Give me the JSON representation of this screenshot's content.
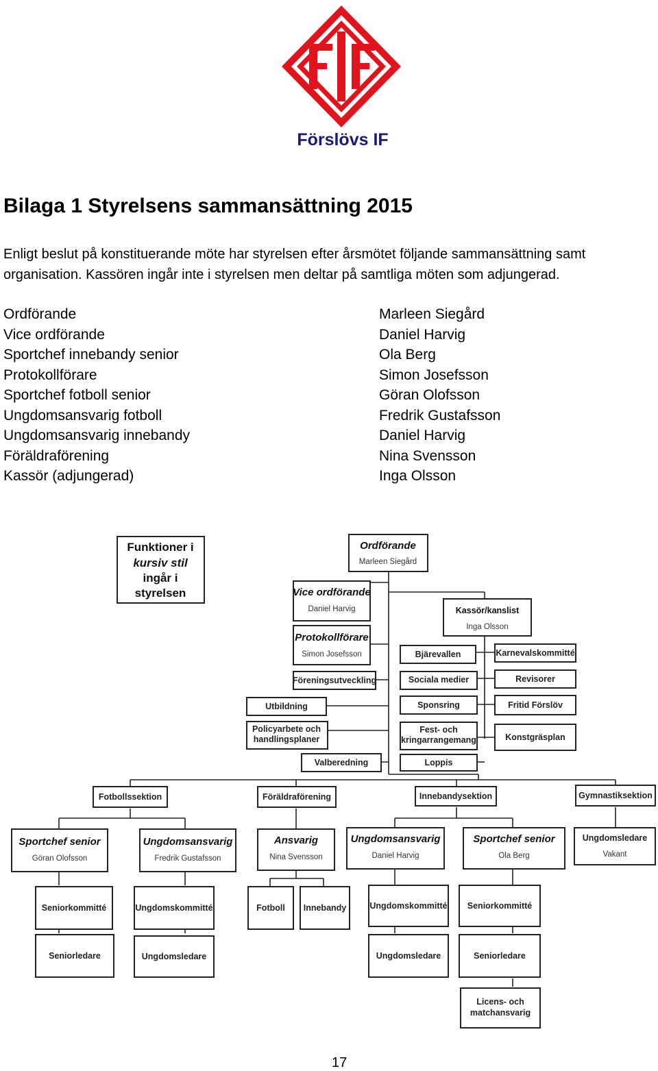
{
  "club": {
    "name": "Förslövs IF",
    "logo_text": "FIF"
  },
  "title": "Bilaga 1  Styrelsens sammansättning 2015",
  "intro": "Enligt beslut på konstituerande möte har styrelsen efter årsmötet följande sammansättning samt organisation. Kassören ingår inte i styrelsen men deltar på samtliga möten som adjungerad.",
  "board": [
    {
      "role": "Ordförande",
      "name": "Marleen Siegård"
    },
    {
      "role": "Vice ordförande",
      "name": "Daniel Harvig"
    },
    {
      "role": "Sportchef innebandy senior",
      "name": "Ola Berg"
    },
    {
      "role": "Protokollförare",
      "name": "Simon Josefsson"
    },
    {
      "role": "Sportchef fotboll senior",
      "name": "Göran Olofsson"
    },
    {
      "role": "Ungdomsansvarig fotboll",
      "name": "Fredrik Gustafsson"
    },
    {
      "role": "Ungdomsansvarig innebandy",
      "name": "Daniel Harvig"
    },
    {
      "role": "Föräldraförening",
      "name": "Nina Svensson"
    },
    {
      "role": "Kassör (adjungerad)",
      "name": "Inga Olsson"
    }
  ],
  "org": {
    "legend": [
      "Funktioner i",
      "kursiv stil",
      "ingår i",
      "styrelsen"
    ],
    "ordforande": {
      "title": "Ordförande",
      "name": "Marleen Siegård"
    },
    "vice": {
      "title": "Vice ordförande",
      "name": "Daniel Harvig"
    },
    "protokoll": {
      "title": "Protokollförare",
      "name": "Simon Josefsson"
    },
    "kassor": {
      "title": "Kassör/kanslist",
      "name": "Inga Olsson"
    },
    "foreningsutveckling": "Föreningsutveckling",
    "utbildning": "Utbildning",
    "policy": [
      "Policyarbete och",
      "handlingsplaner"
    ],
    "valberedning": "Valberedning",
    "bjarevallen": "Bjärevallen",
    "sociala": "Sociala medier",
    "sponsring": "Sponsring",
    "fest": [
      "Fest- och",
      "kringarrangemang"
    ],
    "loppis": "Loppis",
    "karneval": "Karnevalskommitté",
    "revisorer": "Revisorer",
    "fritid": "Fritid Förslöv",
    "konstgras": "Konstgräsplan",
    "fotbollssektion": "Fotbollssektion",
    "foraldraforening": "Föräldraförening",
    "innebandysektion": "Innebandysektion",
    "gymnastiksektion": "Gymnastiksektion",
    "fb_sportchef": {
      "title": "Sportchef senior",
      "name": "Göran Olofsson"
    },
    "fb_ungdom": {
      "title": "Ungdomsansvarig",
      "name": "Fredrik Gustafsson"
    },
    "fa_ansvarig": {
      "title": "Ansvarig",
      "name": "Nina Svensson"
    },
    "ib_ungdom": {
      "title": "Ungdomsansvarig",
      "name": "Daniel Harvig"
    },
    "ib_sportchef": {
      "title": "Sportchef senior",
      "name": "Ola Berg"
    },
    "gy_ungdom": {
      "title": "Ungdomsledare",
      "name": "Vakant"
    },
    "fb_seniorkommitte": "Seniorkommitté",
    "fb_ungdomskommitte": "Ungdomskommitté",
    "fa_fotboll": "Fotboll",
    "fa_innebandy": "Innebandy",
    "ib_ungdomskommitte": "Ungdomskommitté",
    "ib_seniorkommitte": "Seniorkommitté",
    "fb_seniorledare": "Seniorledare",
    "fb_ungdomsledare": "Ungdomsledare",
    "ib_ungdomsledare": "Ungdomsledare",
    "ib_seniorledare": "Seniorledare",
    "licens": [
      "Licens- och",
      "matchansvarig"
    ]
  },
  "colors": {
    "logo_red": "#e0141c",
    "club_name": "#1a1a7a"
  },
  "page_number": "17"
}
